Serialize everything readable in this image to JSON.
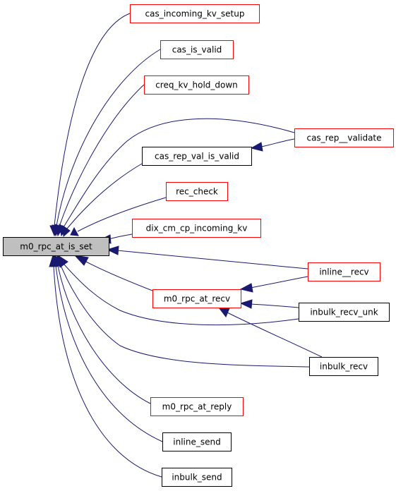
{
  "graph": {
    "colors": {
      "edge": "#191970",
      "border_red": "#ff0000",
      "border_black": "#000000",
      "focus_fill": "#bfbfbf",
      "node_fill": "#ffffff"
    },
    "nodes": [
      {
        "id": "m0_rpc_at_is_set",
        "label": "m0_rpc_at_is_set",
        "style": "focus"
      },
      {
        "id": "cas_incoming_kv_setup",
        "label": "cas_incoming_kv_setup",
        "style": "red"
      },
      {
        "id": "cas_is_valid",
        "label": "cas_is_valid",
        "style": "red"
      },
      {
        "id": "creq_kv_hold_down",
        "label": "creq_kv_hold_down",
        "style": "red"
      },
      {
        "id": "cas_rep_val_is_valid",
        "label": "cas_rep_val_is_valid",
        "style": "black"
      },
      {
        "id": "cas_rep__validate",
        "label": "cas_rep__validate",
        "style": "red"
      },
      {
        "id": "rec_check",
        "label": "rec_check",
        "style": "red"
      },
      {
        "id": "dix_cm_cp_incoming_kv",
        "label": "dix_cm_cp_incoming_kv",
        "style": "red"
      },
      {
        "id": "inline__recv",
        "label": "inline__recv",
        "style": "red"
      },
      {
        "id": "m0_rpc_at_recv",
        "label": "m0_rpc_at_recv",
        "style": "red"
      },
      {
        "id": "inbulk_recv_unk",
        "label": "inbulk_recv_unk",
        "style": "black"
      },
      {
        "id": "inbulk_recv",
        "label": "inbulk_recv",
        "style": "black"
      },
      {
        "id": "m0_rpc_at_reply",
        "label": "m0_rpc_at_reply",
        "style": "red"
      },
      {
        "id": "inline_send",
        "label": "inline_send",
        "style": "black"
      },
      {
        "id": "inbulk_send",
        "label": "inbulk_send",
        "style": "black"
      }
    ],
    "edges": [
      {
        "from": "cas_incoming_kv_setup",
        "to": "m0_rpc_at_is_set"
      },
      {
        "from": "cas_is_valid",
        "to": "m0_rpc_at_is_set"
      },
      {
        "from": "creq_kv_hold_down",
        "to": "m0_rpc_at_is_set"
      },
      {
        "from": "cas_rep__validate",
        "to": "m0_rpc_at_is_set"
      },
      {
        "from": "cas_rep_val_is_valid",
        "to": "m0_rpc_at_is_set"
      },
      {
        "from": "cas_rep__validate",
        "to": "cas_rep_val_is_valid"
      },
      {
        "from": "rec_check",
        "to": "m0_rpc_at_is_set"
      },
      {
        "from": "dix_cm_cp_incoming_kv",
        "to": "m0_rpc_at_is_set"
      },
      {
        "from": "inline__recv",
        "to": "m0_rpc_at_is_set"
      },
      {
        "from": "m0_rpc_at_recv",
        "to": "m0_rpc_at_is_set"
      },
      {
        "from": "inline__recv",
        "to": "m0_rpc_at_recv"
      },
      {
        "from": "inbulk_recv_unk",
        "to": "m0_rpc_at_recv"
      },
      {
        "from": "inbulk_recv",
        "to": "m0_rpc_at_recv"
      },
      {
        "from": "inbulk_recv_unk",
        "to": "m0_rpc_at_is_set"
      },
      {
        "from": "inbulk_recv",
        "to": "m0_rpc_at_is_set"
      },
      {
        "from": "m0_rpc_at_reply",
        "to": "m0_rpc_at_is_set"
      },
      {
        "from": "inline_send",
        "to": "m0_rpc_at_is_set"
      },
      {
        "from": "inbulk_send",
        "to": "m0_rpc_at_is_set"
      }
    ]
  }
}
